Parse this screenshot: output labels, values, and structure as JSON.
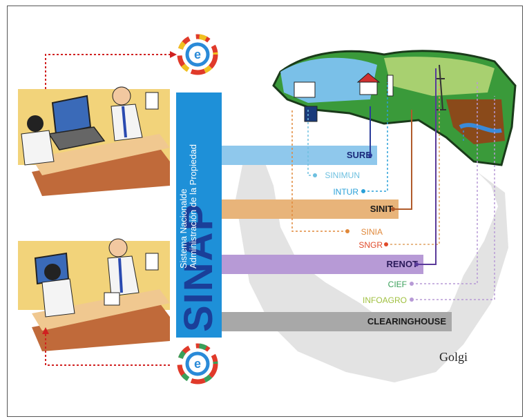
{
  "sinap": {
    "title": "SINAP",
    "subtitle_line1": "Sistema Nacionalde",
    "subtitle_line2": "Administración de la Propiedad"
  },
  "bars": {
    "sure": "SURE",
    "sinit": "SINIT",
    "renot": "RENOT",
    "clearinghouse": "CLEARINGHOUSE"
  },
  "labels": {
    "sinimun": "SINIMUN",
    "intur": "INTUR",
    "sinia": "SINIA",
    "sngr": "SNGR",
    "cief": "CIEF",
    "infoagro": "INFOAGRO"
  },
  "watermark": "Golgi",
  "colors": {
    "sinap_blue": "#1e90d8",
    "sure": "#8fc8ec",
    "sinit": "#e8b47a",
    "renot": "#b79ad6",
    "clearinghouse": "#a8a8a8",
    "sinimun": "#6ec0e0",
    "intur": "#2aa0d8",
    "sinia": "#e0883a",
    "sngr": "#e04a2a",
    "cief": "#3aa05a",
    "infoagro": "#a0c040"
  }
}
